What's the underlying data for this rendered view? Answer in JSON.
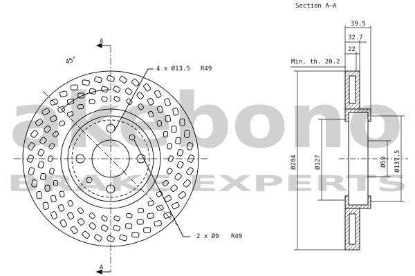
{
  "section": {
    "title": "Section A–A",
    "min_thickness": "Min. th. 20.2"
  },
  "front_view": {
    "cut_label_top": "A",
    "cut_label_bottom": "A",
    "angle": "45°",
    "bolt_holes": "4 x Ø13.5",
    "bolt_holes_pcd": "R49",
    "pin_holes": "2 x Ø9",
    "pin_holes_pcd": "R49"
  },
  "dimensions": {
    "overall_height": "39.5",
    "hat_height": "32.7",
    "disc_thickness": "22",
    "outer_diameter": "Ø284",
    "hub_diameter": "Ø127",
    "center_bore": "Ø59",
    "hat_diameter": "Ø137.5"
  },
  "watermark": {
    "brand": "akebono",
    "tagline": "BRAKE EXPERTS"
  },
  "colors": {
    "line": "#111111",
    "hatch": "#222222",
    "watermark": "#cfcfcf"
  }
}
